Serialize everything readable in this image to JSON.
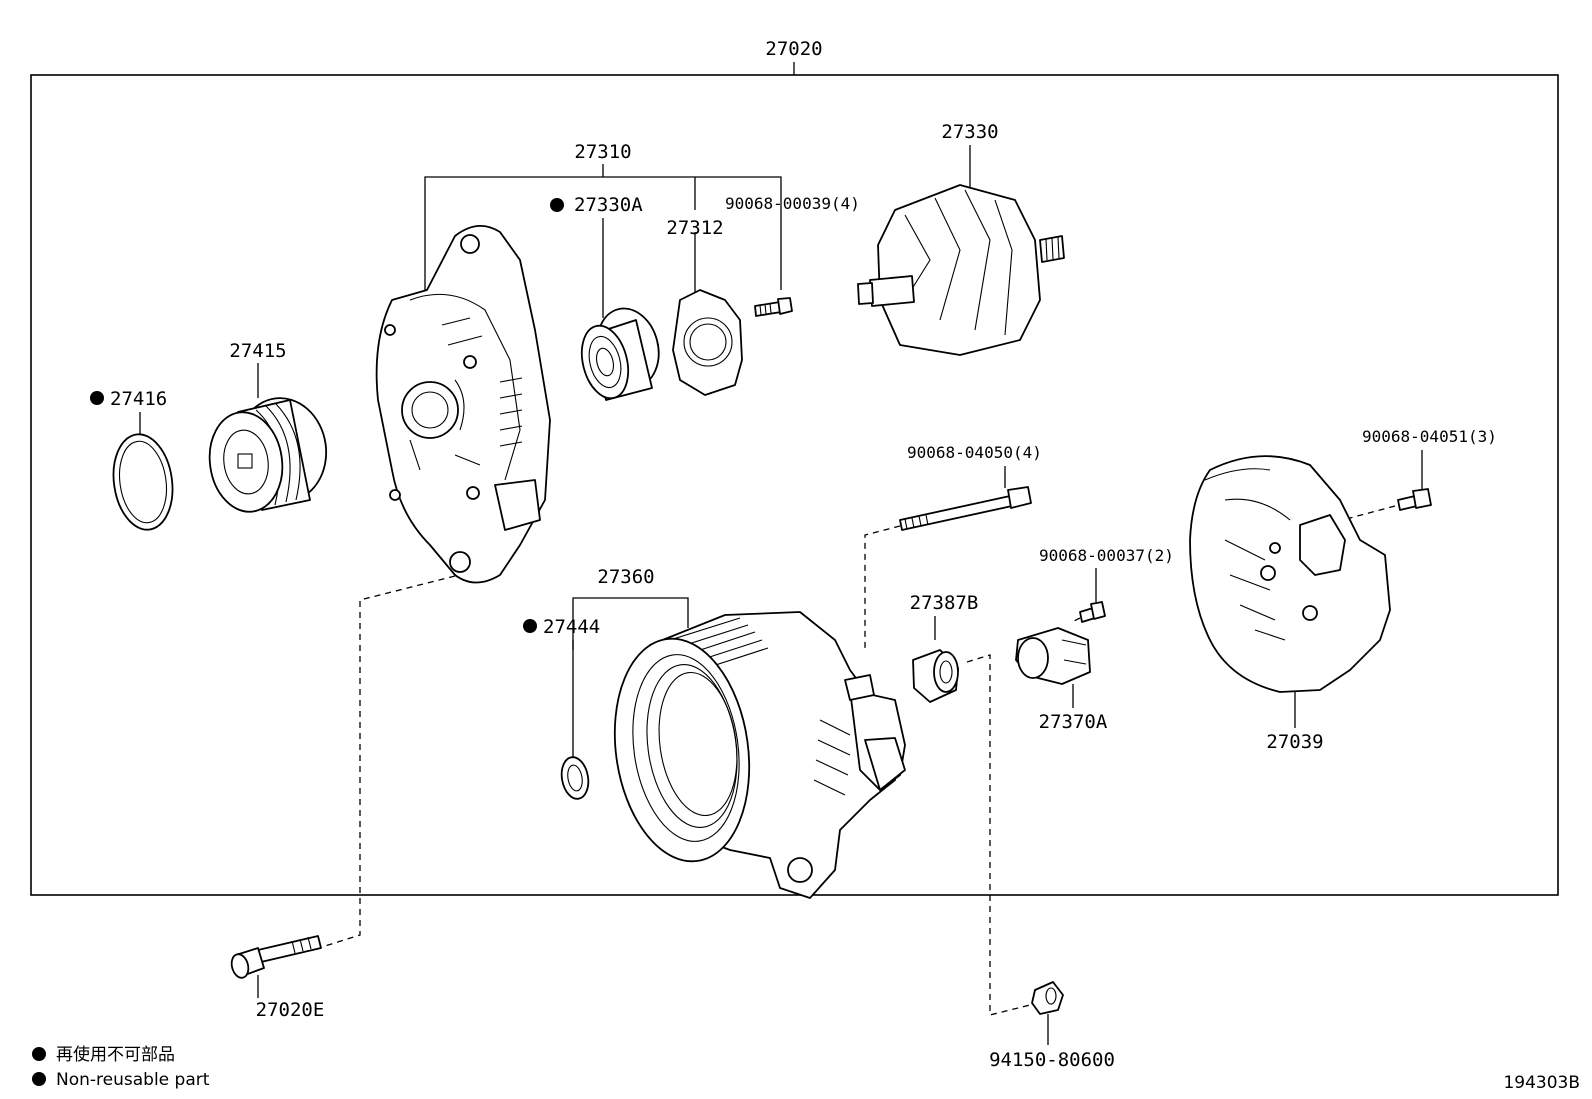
{
  "assembly": {
    "label": "27020"
  },
  "parts": {
    "p27310": "27310",
    "p27330A": "27330A",
    "p27312": "27312",
    "p9006800039": "90068-00039(4)",
    "p27330": "27330",
    "p27415": "27415",
    "p27416": "27416",
    "p9006804050": "90068-04050(4)",
    "p9006804051": "90068-04051(3)",
    "p9006800037": "90068-00037(2)",
    "p27360": "27360",
    "p27444": "27444",
    "p27387B": "27387B",
    "p27370A": "27370A",
    "p27039": "27039",
    "p27020E": "27020E",
    "p9415080600": "94150-80600"
  },
  "legend": {
    "jp": "再使用不可部品",
    "en": "Non-reusable part"
  },
  "figure_code": "194303B"
}
